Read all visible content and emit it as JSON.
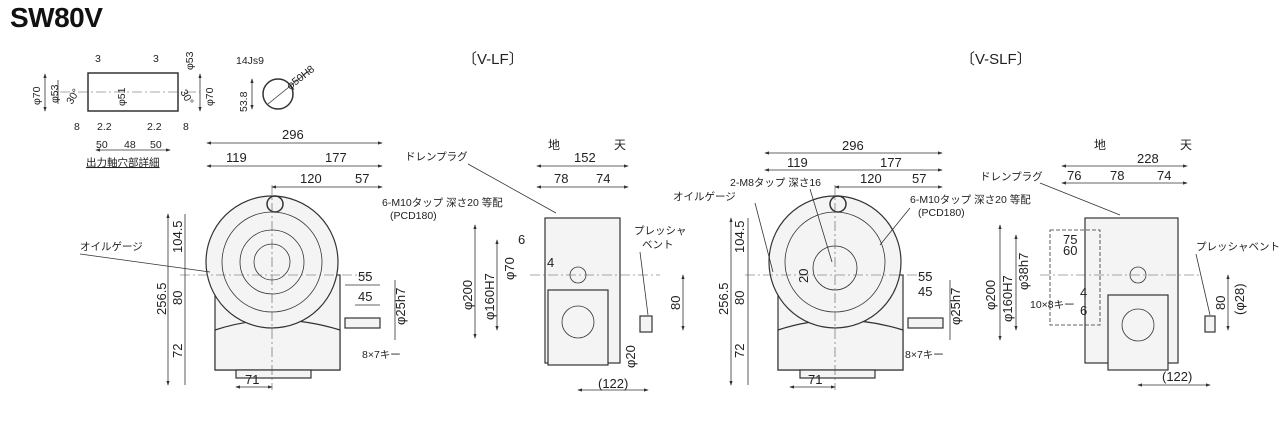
{
  "title": "SW80V",
  "views": {
    "vlf": "〔V-LF〕",
    "vslf": "〔V-SLF〕"
  },
  "detail": {
    "caption": "出力軸穴部詳細",
    "dims": [
      "3",
      "3",
      "φ53",
      "φ70",
      "φ53",
      "30°",
      "φ51",
      "30°",
      "φ70",
      "8",
      "2.2",
      "2.2",
      "8",
      "50",
      "48",
      "50"
    ],
    "keyway": {
      "width": "14Js9",
      "height": "53.8",
      "bore": "φ50H8"
    }
  },
  "front_lf": {
    "top": [
      "296",
      "119",
      "177",
      "120",
      "57"
    ],
    "oil_gauge": "オイルゲージ",
    "tap": "6-M10タップ 深さ20 等配",
    "pcd": "(PCD180)",
    "vert": [
      "104.5",
      "256.5",
      "80",
      "72"
    ],
    "bottom": "71",
    "shaft": [
      "55",
      "45",
      "φ25h7"
    ],
    "key": "8×7キー"
  },
  "side_lf": {
    "ground": "地",
    "sky": "天",
    "top": [
      "152",
      "78",
      "74"
    ],
    "drain": "ドレンプラグ",
    "vent": "プレッシャ\nベント",
    "vent1": "プレッシャ",
    "vent2": "ベント",
    "dims": [
      "6",
      "4",
      "φ70",
      "φ200",
      "φ160H7",
      "80",
      "φ20",
      "(122)"
    ]
  },
  "front_slf": {
    "top": [
      "296",
      "119",
      "177",
      "120",
      "57"
    ],
    "tap2": "2-M8タップ 深さ16",
    "oil_gauge": "オイルゲージ",
    "tap": "6-M10タップ 深さ20 等配",
    "pcd": "(PCD180)",
    "vert": [
      "104.5",
      "256.5",
      "80",
      "72",
      "20"
    ],
    "bottom": "71",
    "shaft": [
      "55",
      "45",
      "φ25h7"
    ],
    "key": "8×7キー"
  },
  "side_slf": {
    "ground": "地",
    "sky": "天",
    "top": [
      "228",
      "76",
      "78",
      "74"
    ],
    "drain": "ドレンプラグ",
    "vent": "プレッシャベント",
    "dims": [
      "75",
      "60",
      "φ200",
      "φ160H7",
      "φ38h7",
      "4",
      "6",
      "10×8キー",
      "80",
      "(φ28)",
      "(122)"
    ]
  }
}
